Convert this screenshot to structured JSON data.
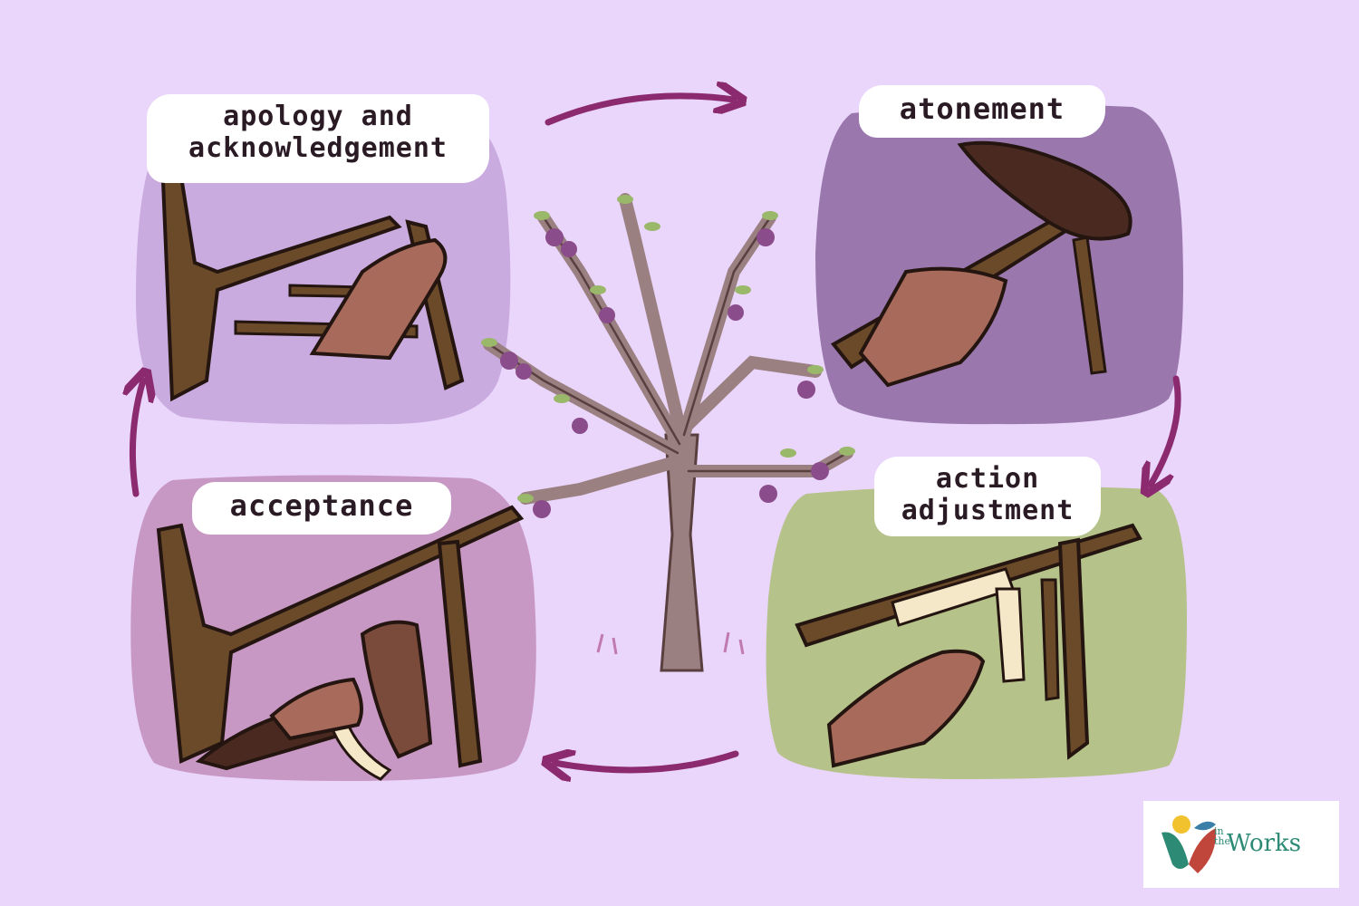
{
  "stages": [
    {
      "id": "apology",
      "lines": [
        "apology and",
        "acknowledgement"
      ]
    },
    {
      "id": "atonement",
      "lines": [
        "atonement"
      ]
    },
    {
      "id": "action",
      "lines": [
        "action",
        "adjustment"
      ]
    },
    {
      "id": "acceptance",
      "lines": [
        "acceptance"
      ]
    }
  ],
  "logo": {
    "small_1": "in",
    "small_2": "the",
    "word": "Works"
  },
  "colors": {
    "background": "#ead5fb",
    "panel_apology": "#c9abe0",
    "panel_atonement": "#9a78ad",
    "panel_action": "#b5c28a",
    "panel_acceptance": "#c898c4",
    "arrow": "#8b2a6e",
    "branch": "#6b4a2a",
    "tree": "#9a8080"
  },
  "icons": [
    "arrow-right-icon",
    "arrow-down-icon",
    "arrow-left-icon",
    "arrow-up-icon",
    "tree-icon",
    "branch-icon",
    "hand-icon",
    "bandage-icon",
    "logo-icon"
  ]
}
